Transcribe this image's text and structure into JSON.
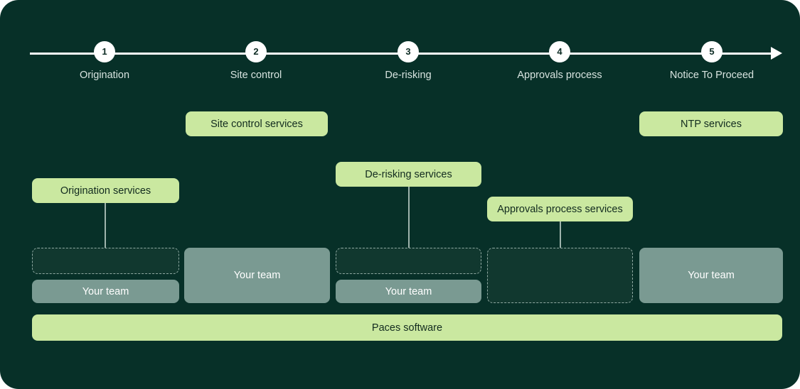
{
  "colors": {
    "background": "#073028",
    "pill": "#cae8a0",
    "pill_text": "#122b1f",
    "team_box": "#7a9a92",
    "dashed_box_fill": "#11382f",
    "dashed_border": "#8fa9a2",
    "timeline": "#ffffff",
    "step_label": "#d7e3df",
    "connector": "#9fb4ad"
  },
  "timeline": {
    "steps": [
      {
        "number": "1",
        "label": "Origination"
      },
      {
        "number": "2",
        "label": "Site control"
      },
      {
        "number": "3",
        "label": "De-risking"
      },
      {
        "number": "4",
        "label": "Approvals process"
      },
      {
        "number": "5",
        "label": "Notice To Proceed"
      }
    ]
  },
  "services": [
    {
      "label": "Origination services"
    },
    {
      "label": "Site control services"
    },
    {
      "label": "De-risking services"
    },
    {
      "label": "Approvals process services"
    },
    {
      "label": "NTP services"
    }
  ],
  "columns": [
    {
      "step": "Origination",
      "dashed_label": "",
      "team_label": "Your team"
    },
    {
      "step": "Site control",
      "dashed_label": "",
      "team_label": "Your team"
    },
    {
      "step": "De-risking",
      "dashed_label": "",
      "team_label": "Your team"
    },
    {
      "step": "Approvals process",
      "dashed_label": "",
      "team_label": ""
    },
    {
      "step": "Notice To Proceed",
      "dashed_label": "",
      "team_label": "Your team"
    }
  ],
  "platform": {
    "label": "Paces software"
  }
}
